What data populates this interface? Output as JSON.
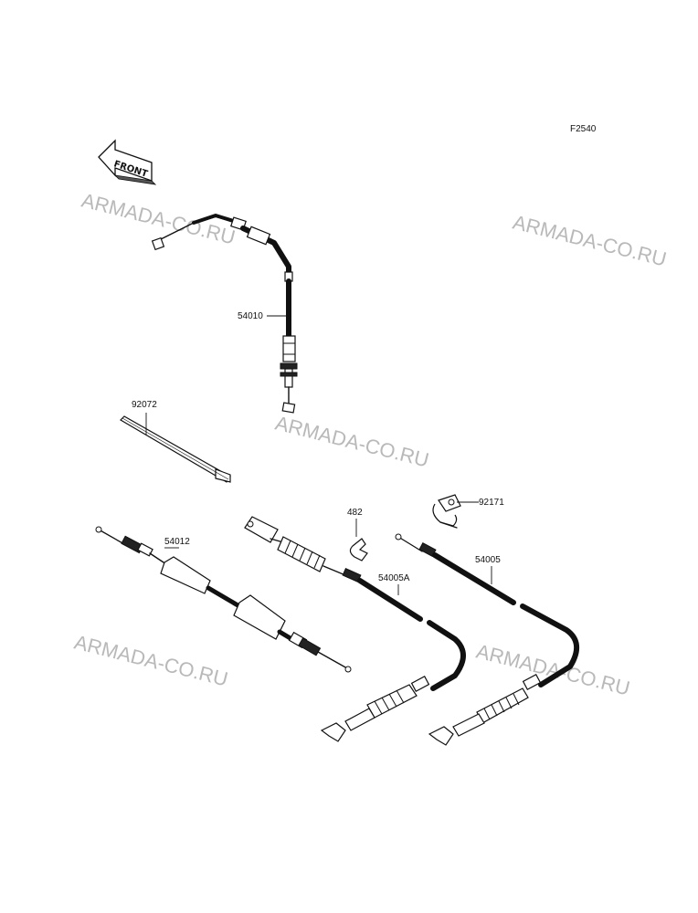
{
  "figure_code": "F2540",
  "front_label": "FRONT",
  "watermark": "ARMADA-CO.RU",
  "parts": [
    {
      "id": "p54010",
      "number": "54010"
    },
    {
      "id": "p92072",
      "number": "92072"
    },
    {
      "id": "p482",
      "number": "482"
    },
    {
      "id": "p92171",
      "number": "92171"
    },
    {
      "id": "p54012",
      "number": "54012"
    },
    {
      "id": "p54005A",
      "number": "54005A"
    },
    {
      "id": "p54005",
      "number": "54005"
    }
  ],
  "colors": {
    "line": "#111111",
    "watermark": "#b9b9b9",
    "background": "#ffffff"
  }
}
